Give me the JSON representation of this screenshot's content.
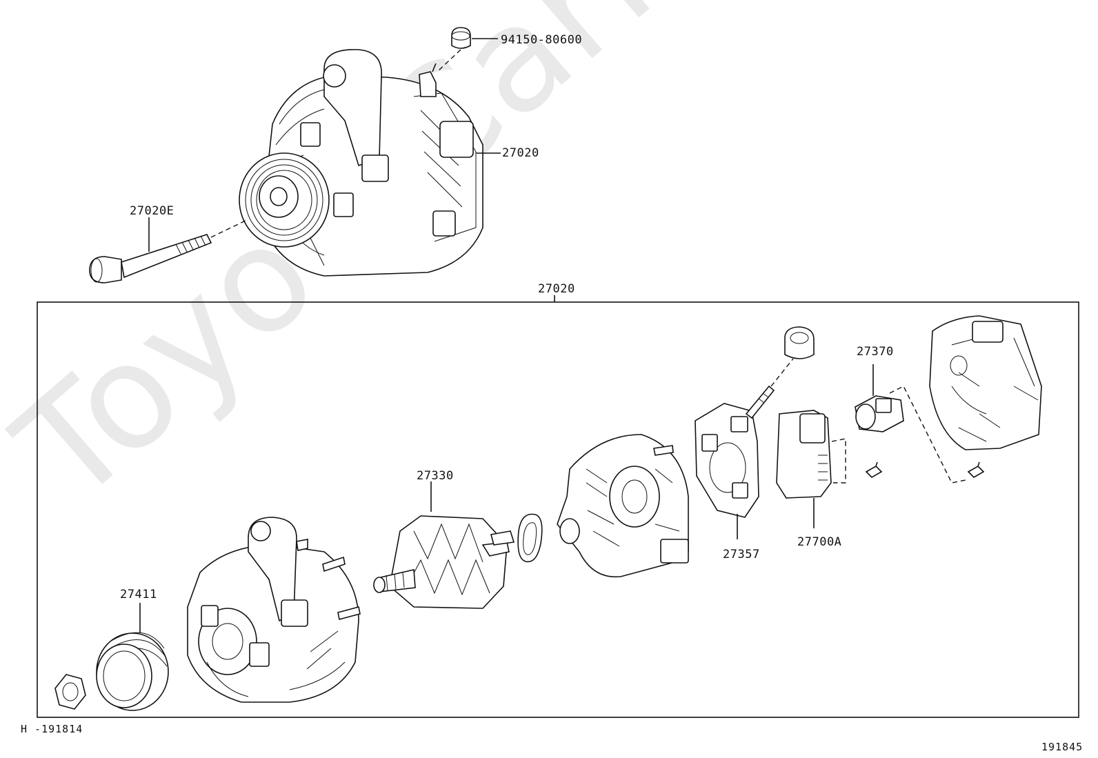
{
  "watermark": "ToyotaCarMine.ru",
  "labels": {
    "plug_bolt": "94150-80600",
    "alternator_assy": "27020",
    "bolt": "27020E",
    "kit_header": "27020",
    "rotor": "27330",
    "pulley": "27411",
    "rectifier": "27357",
    "regulator": "27700A",
    "brush_holder": "27370"
  },
  "footer": {
    "left_code": "H -191814",
    "right_code": "191845"
  }
}
